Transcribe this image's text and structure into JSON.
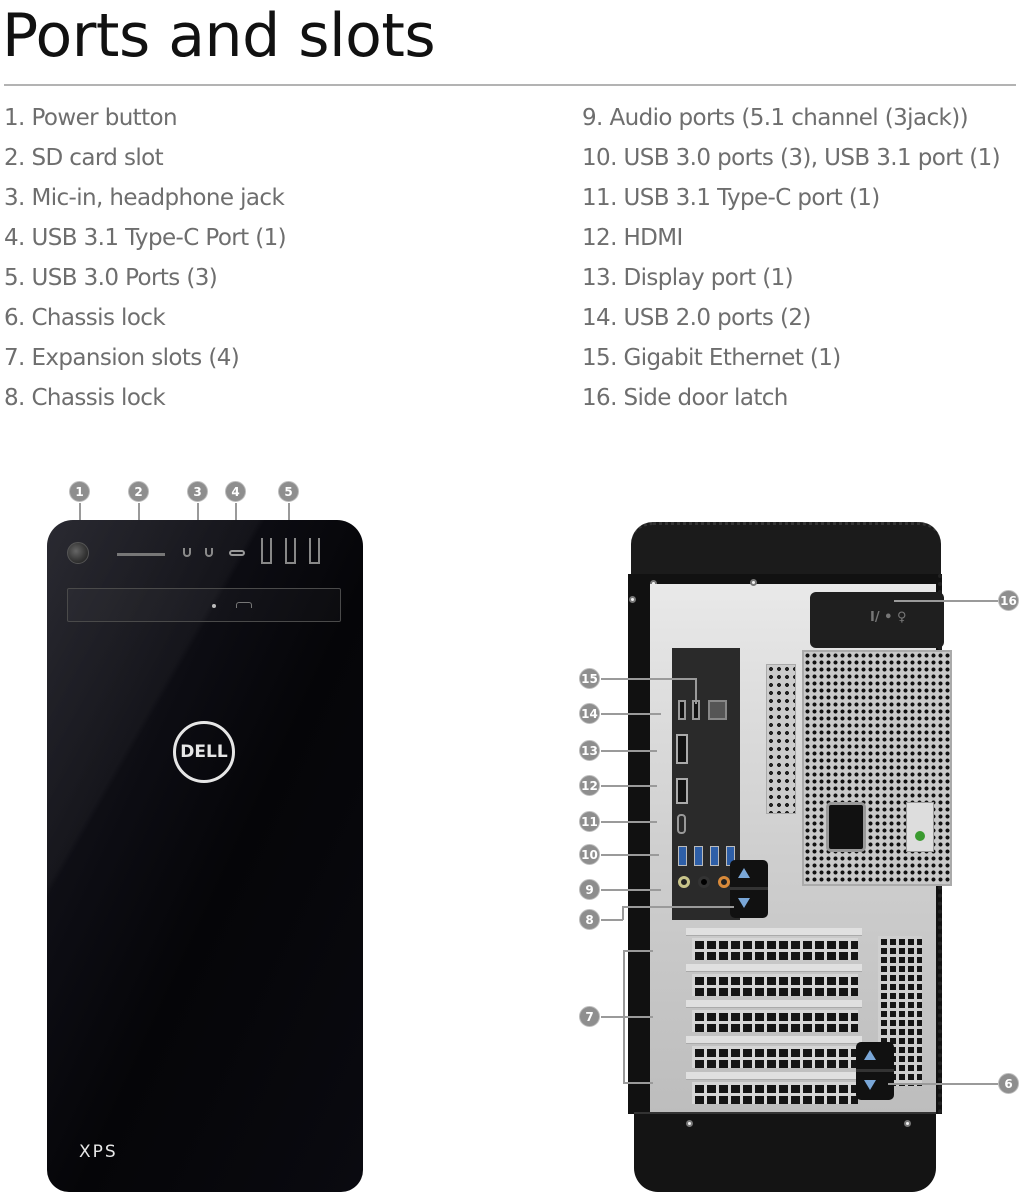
{
  "page": {
    "title": "Ports and slots"
  },
  "legend": {
    "left": [
      {
        "label": "1. Power button"
      },
      {
        "label": "2. SD card slot"
      },
      {
        "label": "3. Mic-in, headphone jack"
      },
      {
        "label": "4. USB 3.1 Type-C Port (1)"
      },
      {
        "label": "5. USB 3.0 Ports (3)"
      },
      {
        "label": "6. Chassis lock"
      },
      {
        "label": "7. Expansion slots (4)"
      },
      {
        "label": "8. Chassis lock"
      }
    ],
    "right": [
      {
        "label": "9. Audio ports (5.1 channel (3jack))"
      },
      {
        "label": "10. USB 3.0 ports (3), USB 3.1 port (1)"
      },
      {
        "label": "11. USB 3.1 Type-C port (1)"
      },
      {
        "label": "12. HDMI"
      },
      {
        "label": "13. Display port (1)"
      },
      {
        "label": "14. USB 2.0 ports (2)"
      },
      {
        "label": "15. Gigabit Ethernet (1)"
      },
      {
        "label": "16. Side door latch"
      }
    ]
  },
  "front_view": {
    "brand_logo": "DELL",
    "model_logo": "XPS",
    "callouts": [
      "1",
      "2",
      "3",
      "4",
      "5"
    ]
  },
  "rear_view": {
    "callouts": [
      "6",
      "7",
      "8",
      "9",
      "10",
      "11",
      "12",
      "13",
      "14",
      "15",
      "16"
    ],
    "latch_glyph": "I/ • ♀"
  },
  "colors": {
    "title": "#111111",
    "legend_text": "#6e6e6e",
    "badge": "#8e8e8e",
    "chassis": "#0a0a10",
    "usb3_blue": "#2e5fa8",
    "audio_green": "#c8c48a",
    "audio_orange": "#d98a3a"
  }
}
